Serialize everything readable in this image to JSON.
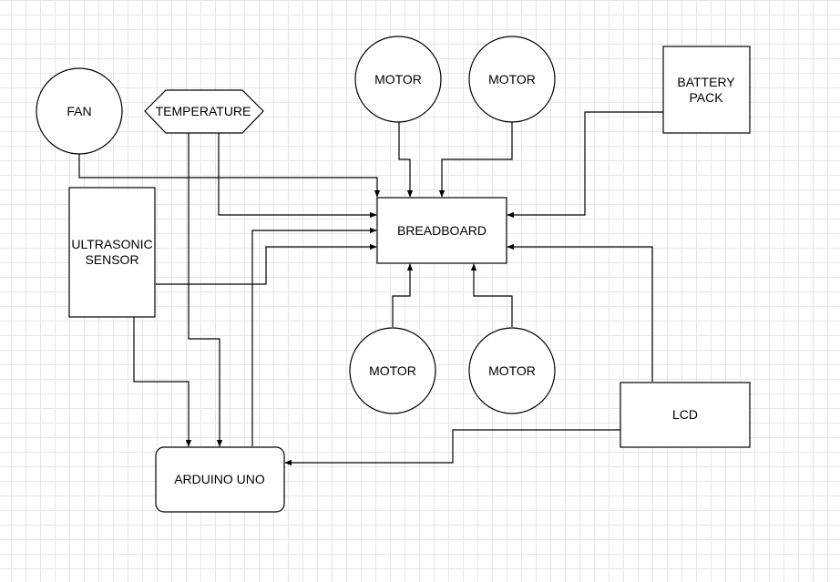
{
  "diagram": {
    "nodes": {
      "fan": {
        "label": "FAN"
      },
      "temperature": {
        "label": "TEMPERATURE"
      },
      "motor_top_left": {
        "label": "MOTOR"
      },
      "motor_top_right": {
        "label": "MOTOR"
      },
      "battery_pack": {
        "label_line1": "BATTERY",
        "label_line2": "PACK"
      },
      "ultrasonic_sensor": {
        "label_line1": "ULTRASONIC",
        "label_line2": "SENSOR"
      },
      "breadboard": {
        "label": "BREADBOARD"
      },
      "motor_bottom_left": {
        "label": "MOTOR"
      },
      "motor_bottom_right": {
        "label": "MOTOR"
      },
      "lcd": {
        "label": "LCD"
      },
      "arduino_uno": {
        "label": "ARDUINO UNO"
      }
    },
    "edges": [
      {
        "from": "fan",
        "to": "breadboard"
      },
      {
        "from": "temperature",
        "to": "breadboard"
      },
      {
        "from": "temperature",
        "to": "arduino_uno"
      },
      {
        "from": "motor_top_left",
        "to": "breadboard"
      },
      {
        "from": "motor_top_right",
        "to": "breadboard"
      },
      {
        "from": "battery_pack",
        "to": "breadboard"
      },
      {
        "from": "ultrasonic_sensor",
        "to": "breadboard"
      },
      {
        "from": "ultrasonic_sensor",
        "to": "arduino_uno"
      },
      {
        "from": "arduino_uno",
        "to": "breadboard"
      },
      {
        "from": "motor_bottom_left",
        "to": "breadboard"
      },
      {
        "from": "motor_bottom_right",
        "to": "breadboard"
      },
      {
        "from": "lcd",
        "to": "breadboard"
      },
      {
        "from": "lcd",
        "to": "arduino_uno"
      }
    ]
  }
}
